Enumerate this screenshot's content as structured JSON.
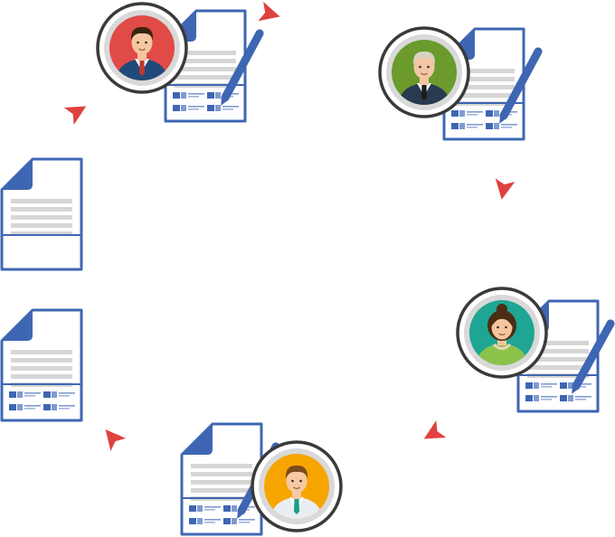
{
  "diagram": {
    "colors": {
      "doc_border": "#3f66b3",
      "doc_fold": "#3f66b3",
      "doc_lines": "#d6d6d6",
      "stamp": "#3f66b3",
      "pen": "#3f66b3",
      "arrow": "#e0423f",
      "avatar_ring": "#3a3a3a"
    },
    "documents": [
      {
        "id": "blank-document"
      },
      {
        "id": "signed-document-stamps"
      }
    ],
    "signers": [
      {
        "id": "signer-1",
        "role": "person in red suit",
        "bg": "#e04a47",
        "jacket": "#1f4a7a",
        "tie": "#c0392b",
        "hair": "#3a2410",
        "skin": "#f5c7a1"
      },
      {
        "id": "signer-2",
        "role": "older man",
        "bg": "#6a9b2c",
        "jacket": "#273a4f",
        "tie": "#1b1b1b",
        "hair": "#d9d2c4",
        "skin": "#f3c7a5"
      },
      {
        "id": "signer-3",
        "role": "woman",
        "bg": "#1fa593",
        "jacket": "#8bc34a",
        "tie": null,
        "hair": "#4b2e14",
        "skin": "#f6c59f"
      },
      {
        "id": "signer-4",
        "role": "young man",
        "bg": "#f6a500",
        "jacket": "#e9eef2",
        "tie": "#16a085",
        "hair": "#7b4a1e",
        "skin": "#f7c9a4"
      }
    ],
    "arrows": [
      {
        "id": "arrow-1",
        "direction": "up-right"
      },
      {
        "id": "arrow-2",
        "direction": "down"
      },
      {
        "id": "arrow-3",
        "direction": "down-left"
      },
      {
        "id": "arrow-4",
        "direction": "up-left"
      },
      {
        "id": "arrow-5",
        "direction": "up"
      },
      {
        "id": "arrow-6",
        "direction": "right"
      }
    ]
  }
}
